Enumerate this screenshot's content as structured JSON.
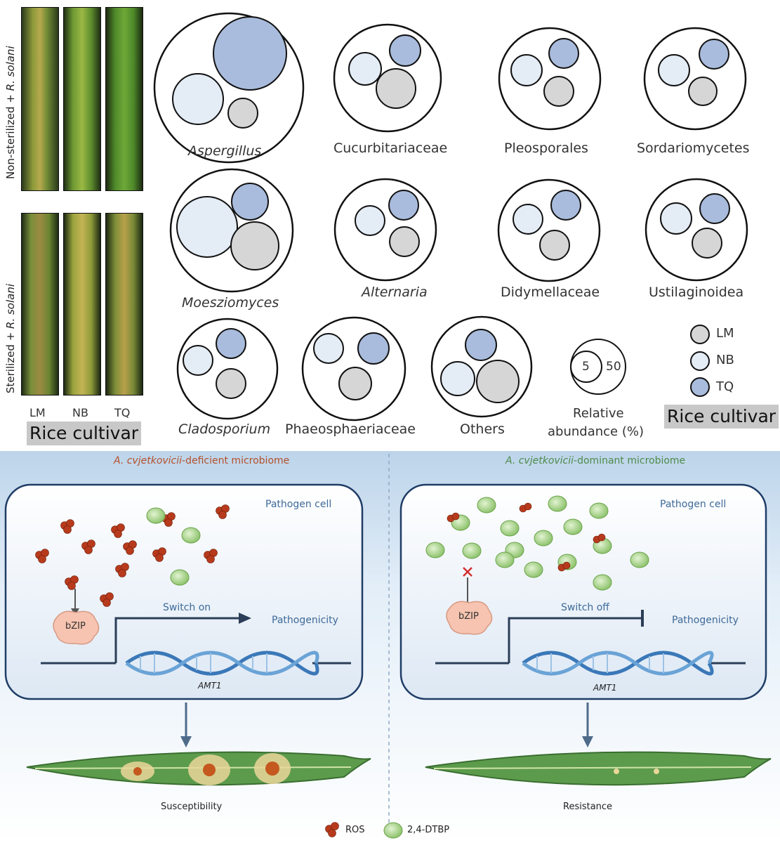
{
  "colors": {
    "lm": "#d6d6d6",
    "nb": "#e4ecf6",
    "tq": "#a9bcdd",
    "deficient_title": "#b5502a",
    "dominant_title": "#4f8b4a",
    "panel_blue": "#3d6a99",
    "box_border": "#1f3d66",
    "leaf_green": "#5c9b4c"
  },
  "leaf_panels": {
    "top_label": "Non-sterilized + R. solani",
    "bottom_label": "Sterilized + R. solani",
    "cultivars": [
      "LM",
      "NB",
      "TQ"
    ],
    "axis_label": "Rice cultivar"
  },
  "bubbles": {
    "taxa": [
      {
        "name": "Aspergillus",
        "italic": true
      },
      {
        "name": "Cucurbitariaceae",
        "italic": false
      },
      {
        "name": "Pleosporales",
        "italic": false
      },
      {
        "name": "Sordariomycetes",
        "italic": false
      },
      {
        "name": "Moesziomyces",
        "italic": true
      },
      {
        "name": "Alternaria",
        "italic": true
      },
      {
        "name": "Didymellaceae",
        "italic": false
      },
      {
        "name": "Ustilaginoidea",
        "italic": false
      },
      {
        "name": "Cladosporium",
        "italic": true
      },
      {
        "name": "Phaeosphaeriaceae",
        "italic": false
      },
      {
        "name": "Others",
        "italic": false
      }
    ],
    "scale": {
      "small": "5",
      "large": "50",
      "label_line1": "Relative",
      "label_line2": "abundance (%)"
    },
    "legend": [
      {
        "code": "LM",
        "color": "#d6d6d6"
      },
      {
        "code": "NB",
        "color": "#e4ecf6"
      },
      {
        "code": "TQ",
        "color": "#a9bcdd"
      }
    ],
    "legend_title": "Rice cultivar"
  },
  "mechanism": {
    "left": {
      "title_italic": "A. cvjetkovicii",
      "title_rest": "-deficient microbiome",
      "cell_label": "Pathogen cell",
      "switch": "Switch on",
      "target": "Pathogenicity",
      "tf": "bZIP",
      "gene": "AMT1",
      "outcome": "Susceptibility"
    },
    "right": {
      "title_italic": "A. cvjetkovicii",
      "title_rest": "-dominant microbiome",
      "cell_label": "Pathogen cell",
      "switch": "Switch off",
      "target": "Pathogenicity",
      "tf": "bZIP",
      "gene": "AMT1",
      "outcome": "Resistance"
    },
    "legend": [
      {
        "name": "ROS"
      },
      {
        "name": "2,4-DTBP"
      }
    ]
  }
}
